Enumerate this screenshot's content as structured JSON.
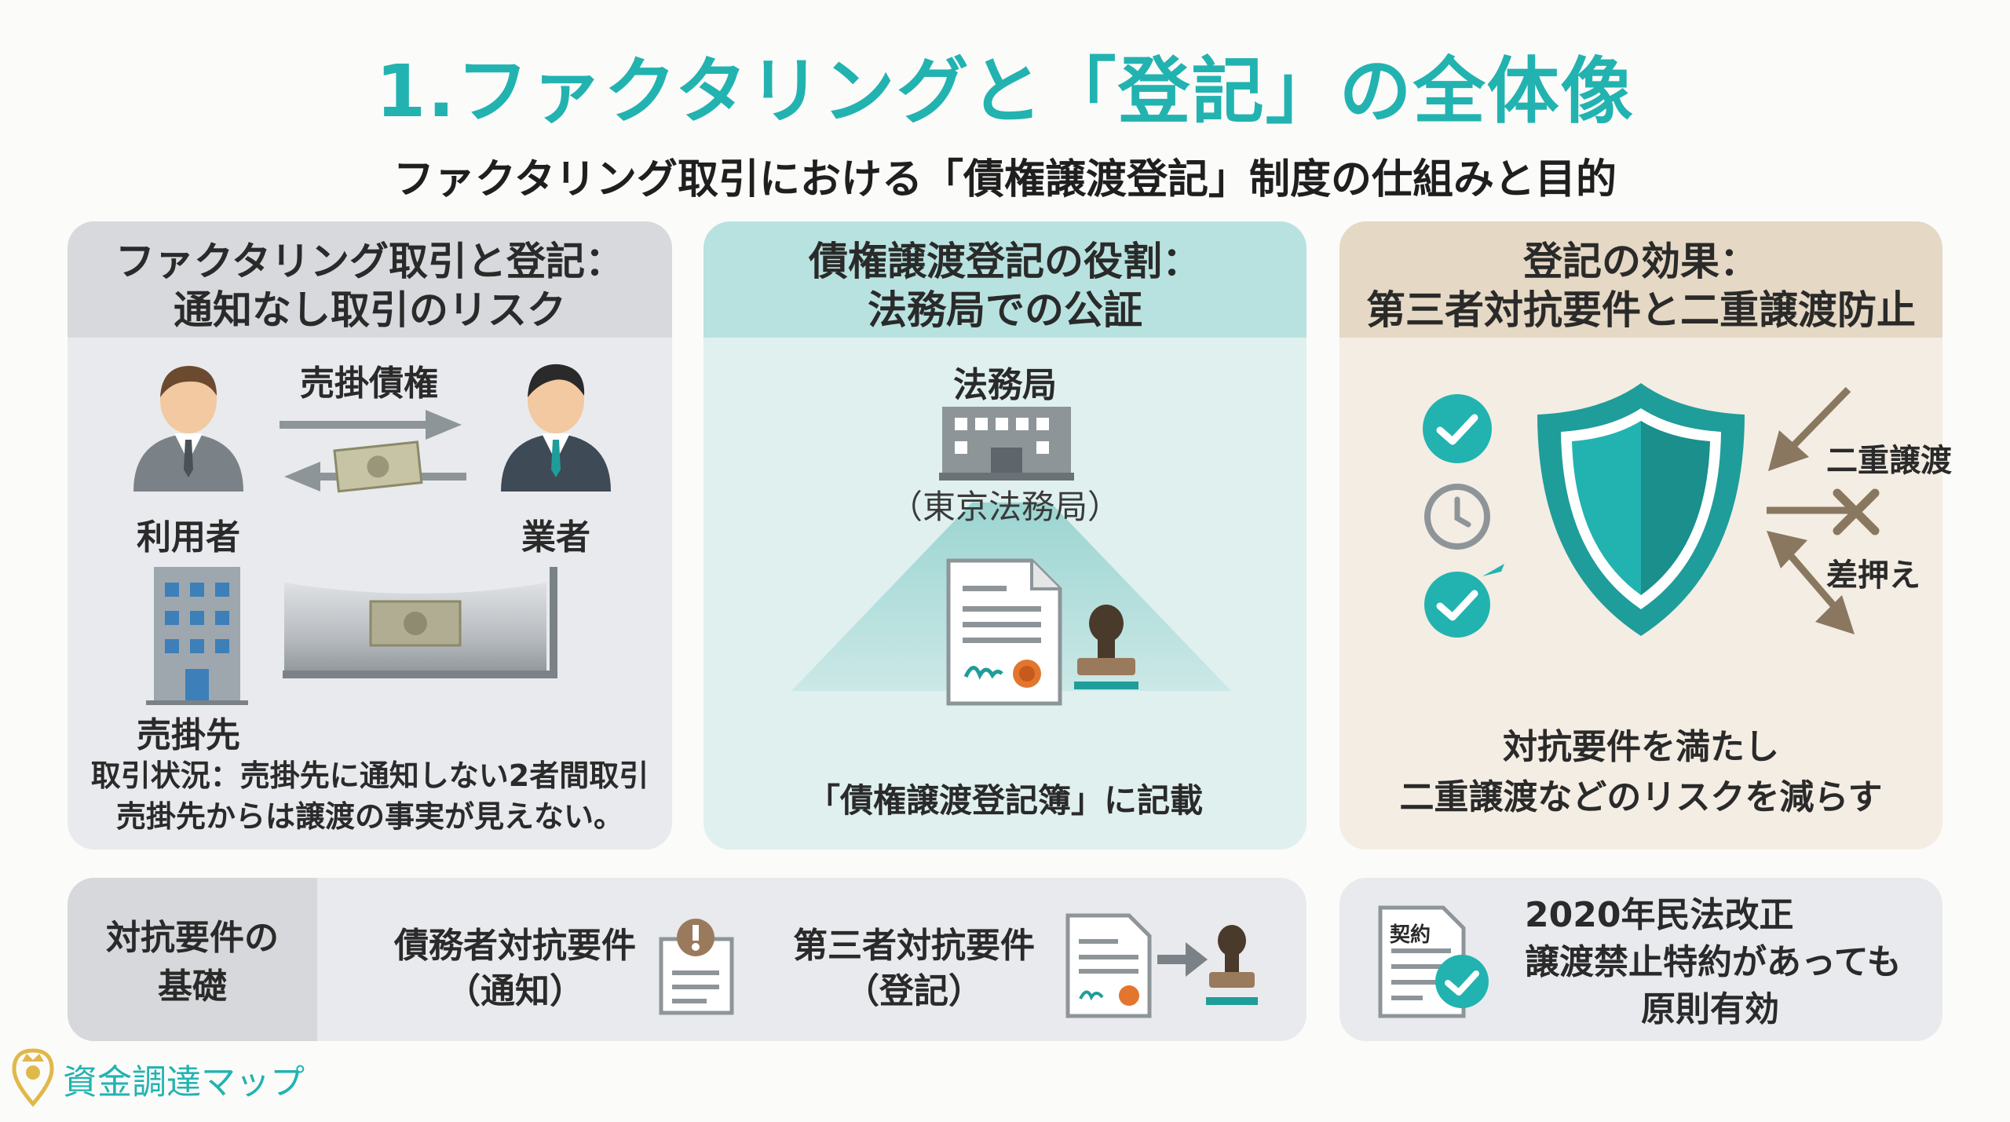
{
  "title": "1.ファクタリングと「登記」の全体像",
  "subtitle": "ファクタリング取引における「債権譲渡登記」制度の仕組みと目的",
  "panel1": {
    "heading_line1": "ファクタリング取引と登記：",
    "heading_line2": "通知なし取引のリスク",
    "arrow_label": "売掛債権",
    "user_label": "利用者",
    "vendor_label": "業者",
    "debtor_label": "売掛先",
    "note_line1": "取引状況：売掛先に通知しない2者間取引",
    "note_line2": "売掛先からは譲渡の事実が見えない。"
  },
  "panel2": {
    "heading_line1": "債権譲渡登記の役割：",
    "heading_line2": "法務局での公証",
    "office_label": "法務局",
    "office_sub": "（東京法務局）",
    "record_label": "「債権譲渡登記簿」に記載"
  },
  "panel3": {
    "heading_line1": "登記の効果：",
    "heading_line2": "第三者対抗要件と二重譲渡防止",
    "threat1": "二重譲渡",
    "threat2": "差押え",
    "caption_line1": "対抗要件を満たし",
    "caption_line2": "二重譲渡などのリスクを減らす"
  },
  "bottom1": {
    "label_line1": "対抗要件の",
    "label_line2": "基礎",
    "item1_line1": "債務者対抗要件",
    "item1_line2": "（通知）",
    "item2_line1": "第三者対抗要件",
    "item2_line2": "（登記）"
  },
  "bottom2": {
    "doc_label": "契約",
    "line1": "2020年民法改正",
    "line2": "譲渡禁止特約があっても",
    "line3": "原則有効"
  },
  "brand": {
    "name": "資金調達マップ"
  },
  "colors": {
    "accent": "#22b3b0",
    "teal_dark": "#1f9d9a",
    "gray_icon": "#7b8287",
    "brown": "#8a7760"
  }
}
